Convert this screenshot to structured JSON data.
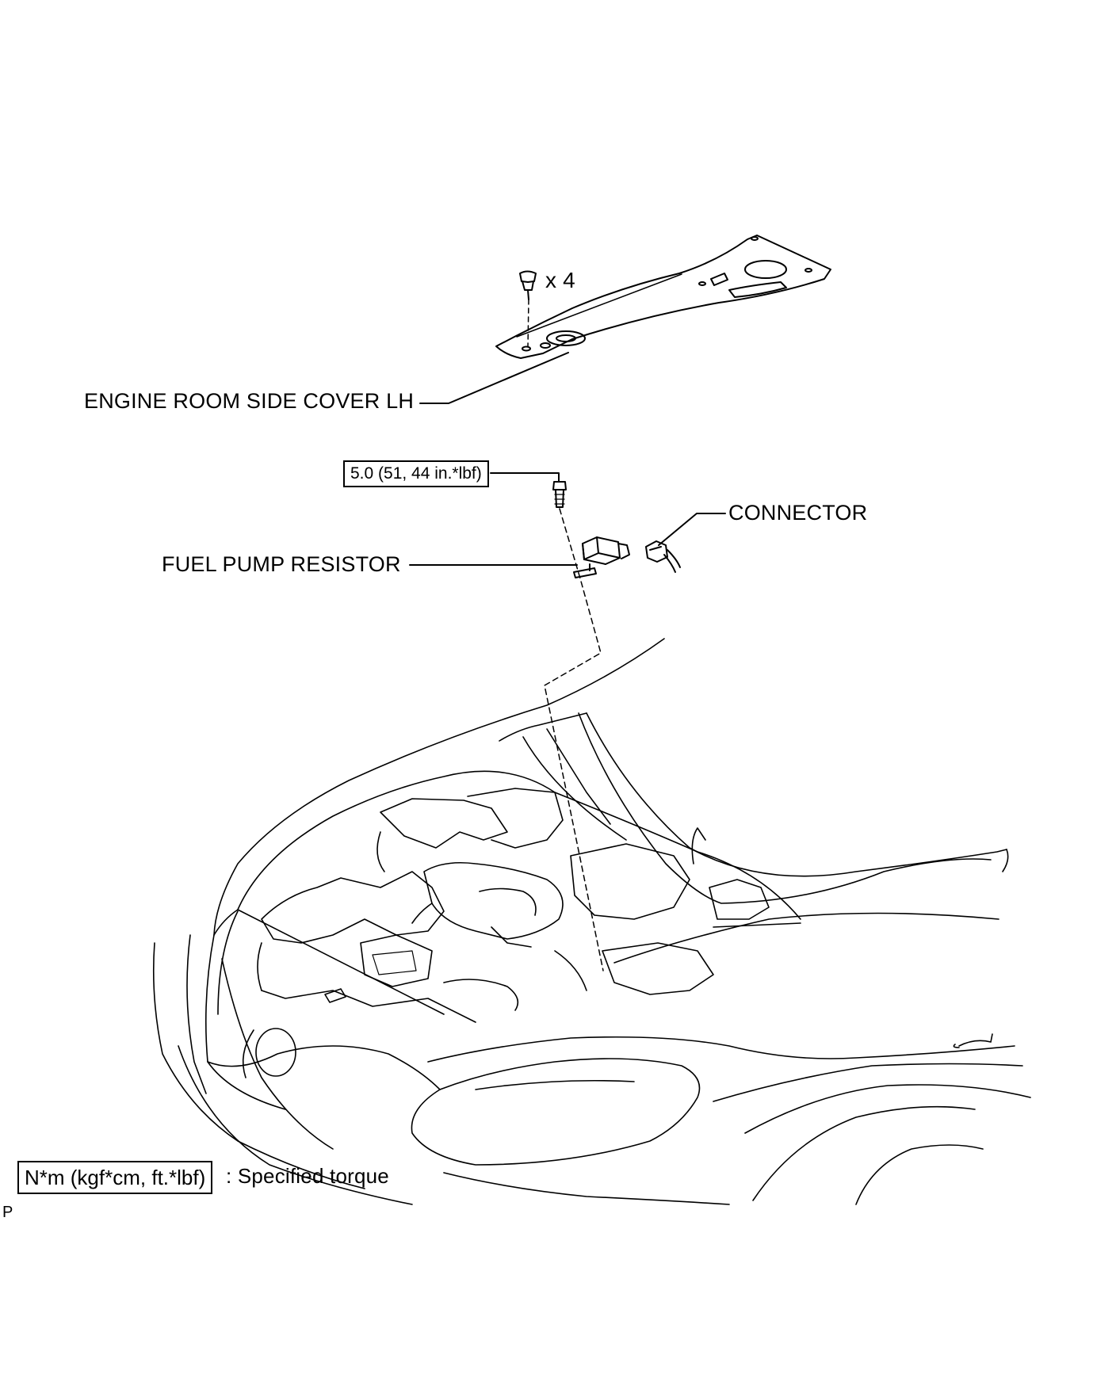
{
  "labels": {
    "clip_quantity": "x 4",
    "engine_room_side_cover": "ENGINE ROOM SIDE COVER LH",
    "torque_value": "5.0 (51, 44 in.*lbf)",
    "connector": "CONNECTOR",
    "fuel_pump_resistor": "FUEL PUMP RESISTOR"
  },
  "legend": {
    "unit_box": "N*m (kgf*cm, ft.*lbf)",
    "description": ": Specified torque"
  },
  "page_mark": "P"
}
